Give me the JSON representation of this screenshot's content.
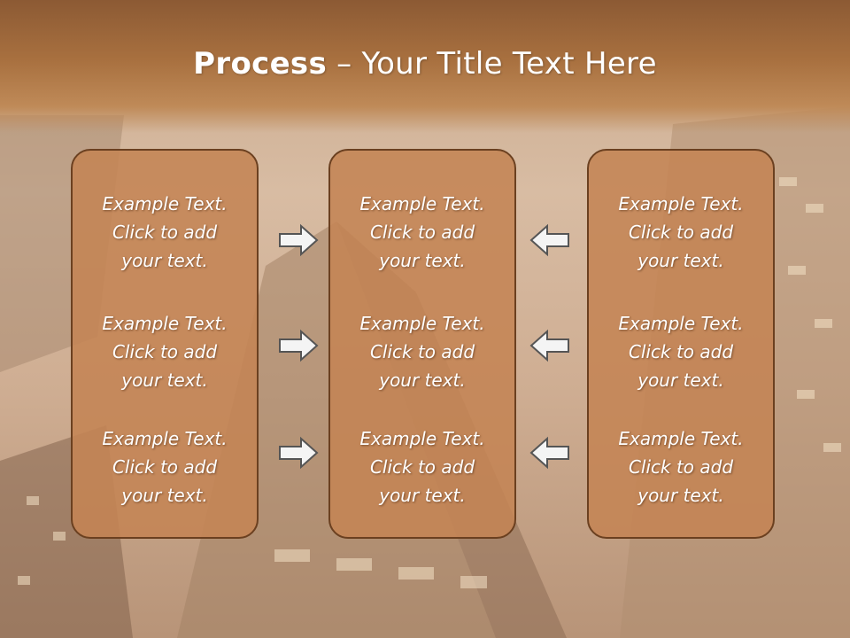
{
  "title": {
    "bold": "Process",
    "rest": " – Your Title Text Here"
  },
  "panels": [
    {
      "items": [
        {
          "l1": "Example Text.",
          "l2": "Click  to add",
          "l3": "your text."
        },
        {
          "l1": "Example Text.",
          "l2": "Click  to add",
          "l3": "your text."
        },
        {
          "l1": "Example Text.",
          "l2": "Click  to add",
          "l3": "your text."
        }
      ]
    },
    {
      "items": [
        {
          "l1": "Example Text.",
          "l2": "Click  to add",
          "l3": "your text."
        },
        {
          "l1": "Example Text.",
          "l2": "Click  to add",
          "l3": "your text."
        },
        {
          "l1": "Example Text.",
          "l2": "Click  to add",
          "l3": "your text."
        }
      ]
    },
    {
      "items": [
        {
          "l1": "Example Text.",
          "l2": "Click  to add",
          "l3": "your text."
        },
        {
          "l1": "Example Text.",
          "l2": "Click  to add",
          "l3": "your text."
        },
        {
          "l1": "Example Text.",
          "l2": "Click  to add",
          "l3": "your text."
        }
      ]
    }
  ],
  "icons": {
    "left_arrows": "arrow-right-icon",
    "right_arrows": "arrow-left-icon"
  },
  "colors": {
    "title_bar": "#a8703f",
    "panel_fill": "#c48454",
    "panel_border": "#6b4020",
    "text": "#ffffff"
  }
}
